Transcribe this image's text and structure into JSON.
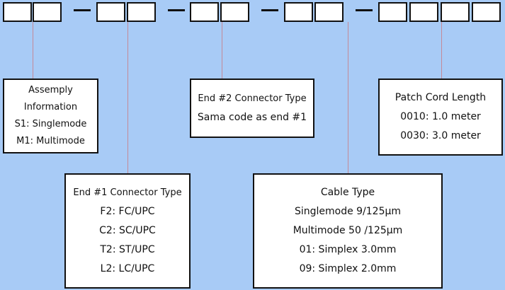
{
  "assembly": {
    "lines": [
      "Assemply",
      "Information",
      "S1: Singlemode",
      "M1: Multimode"
    ]
  },
  "end2": {
    "lines": [
      "End #2 Connector Type",
      "Sama code as end  #1"
    ]
  },
  "length": {
    "lines": [
      "Patch Cord Length",
      "0010: 1.0 meter",
      "0030: 3.0 meter"
    ]
  },
  "end1": {
    "lines": [
      "End #1 Connector Type",
      "F2: FC/UPC",
      "C2: SC/UPC",
      "T2: ST/UPC",
      "L2: LC/UPC"
    ]
  },
  "cable": {
    "lines": [
      "Cable Type",
      "Singlemode 9/125μm",
      "Multimode 50 /125μm",
      "01: Simplex 3.0mm",
      "09: Simplex 2.0mm"
    ]
  },
  "colors": {
    "background": "#a8cbf6",
    "connector_line": "#c48a98",
    "border": "#111111"
  }
}
